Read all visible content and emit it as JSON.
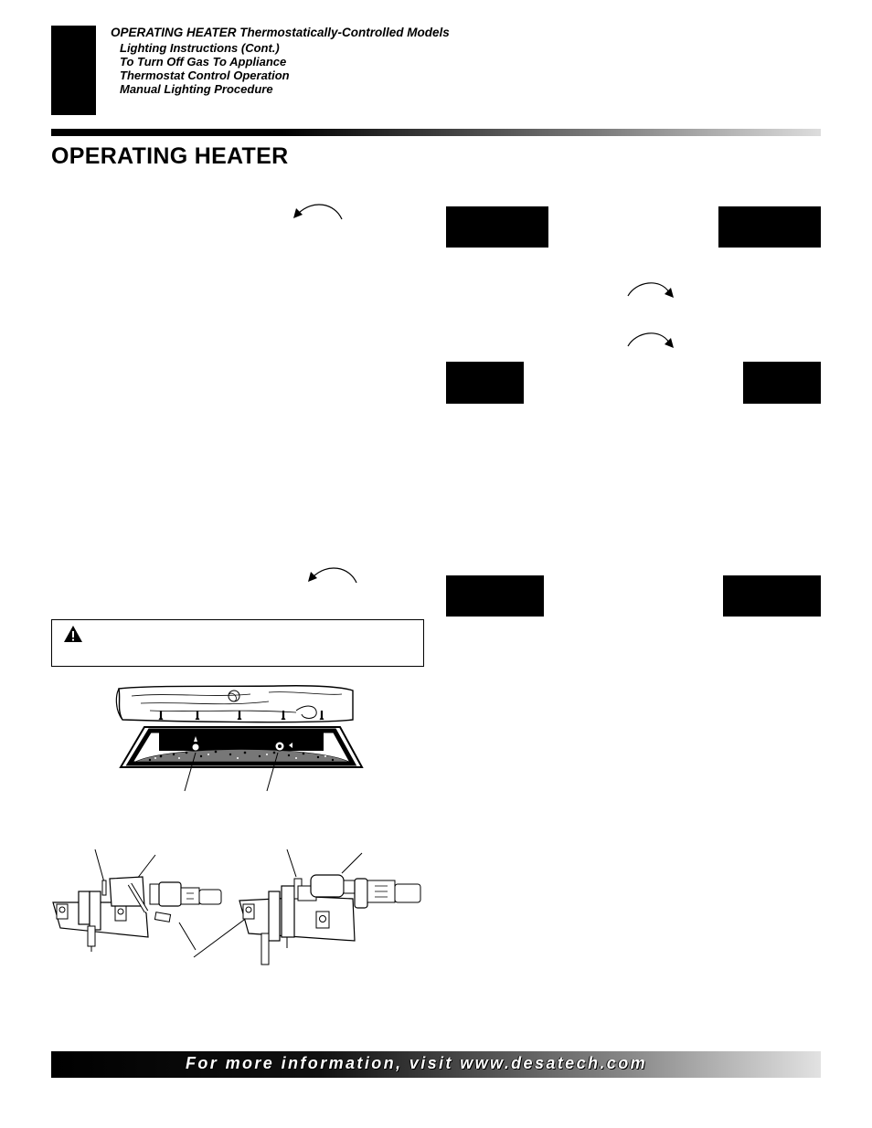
{
  "header": {
    "title": "OPERATING HEATER Thermostatically-Controlled Models",
    "subitems": [
      "Lighting Instructions (Cont.)",
      "To Turn Off Gas To Appliance",
      "Thermostat Control Operation",
      "Manual Lighting Procedure"
    ]
  },
  "page_title": "OPERATING HEATER",
  "icons": {
    "arrows": [
      "curved-arrow-left-icon",
      "curved-arrow-right-icon"
    ],
    "warning": "warning-triangle-icon"
  },
  "footer": {
    "text": "For more information, visit www.desatech.com"
  }
}
